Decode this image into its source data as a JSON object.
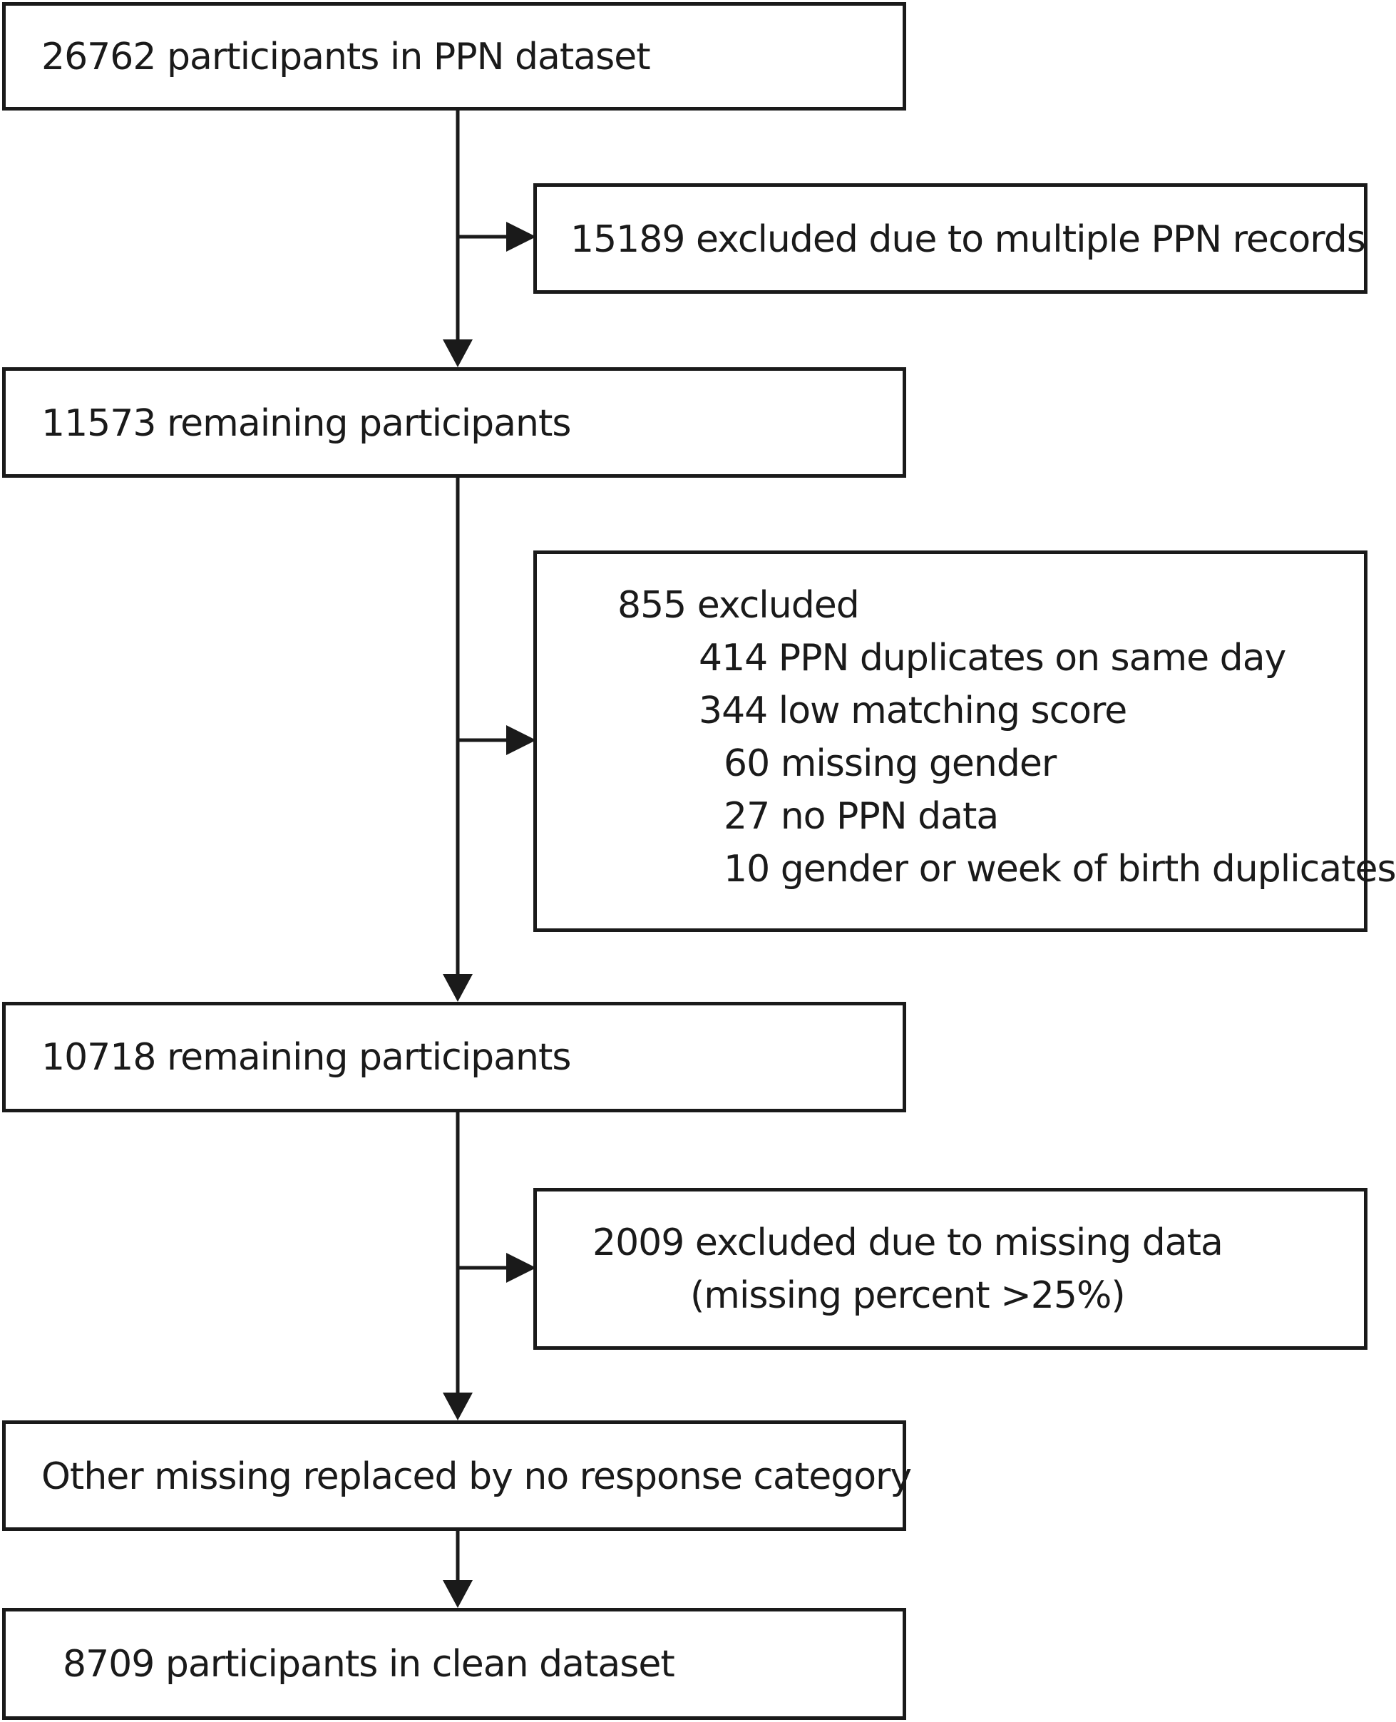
{
  "main_flow": {
    "step1": "26762 participants in PPN dataset",
    "step2": "11573 remaining participants",
    "step3": "10718 remaining participants",
    "step4": "Other missing replaced by no response category",
    "step5": "8709 participants in clean dataset"
  },
  "exclusions": {
    "first": "15189 excluded due to multiple PPN records",
    "second": {
      "total": "855 excluded",
      "reasons": [
        "414 PPN duplicates on same day",
        "344 low matching score",
        "60 missing gender",
        "27 no PPN data",
        "10 gender or week of birth duplicates"
      ]
    },
    "third": {
      "line1": "2009 excluded due to missing data",
      "line2": "(missing percent >25%)"
    }
  },
  "colors": {
    "stroke": "#1a1a1a",
    "background": "#ffffff"
  }
}
